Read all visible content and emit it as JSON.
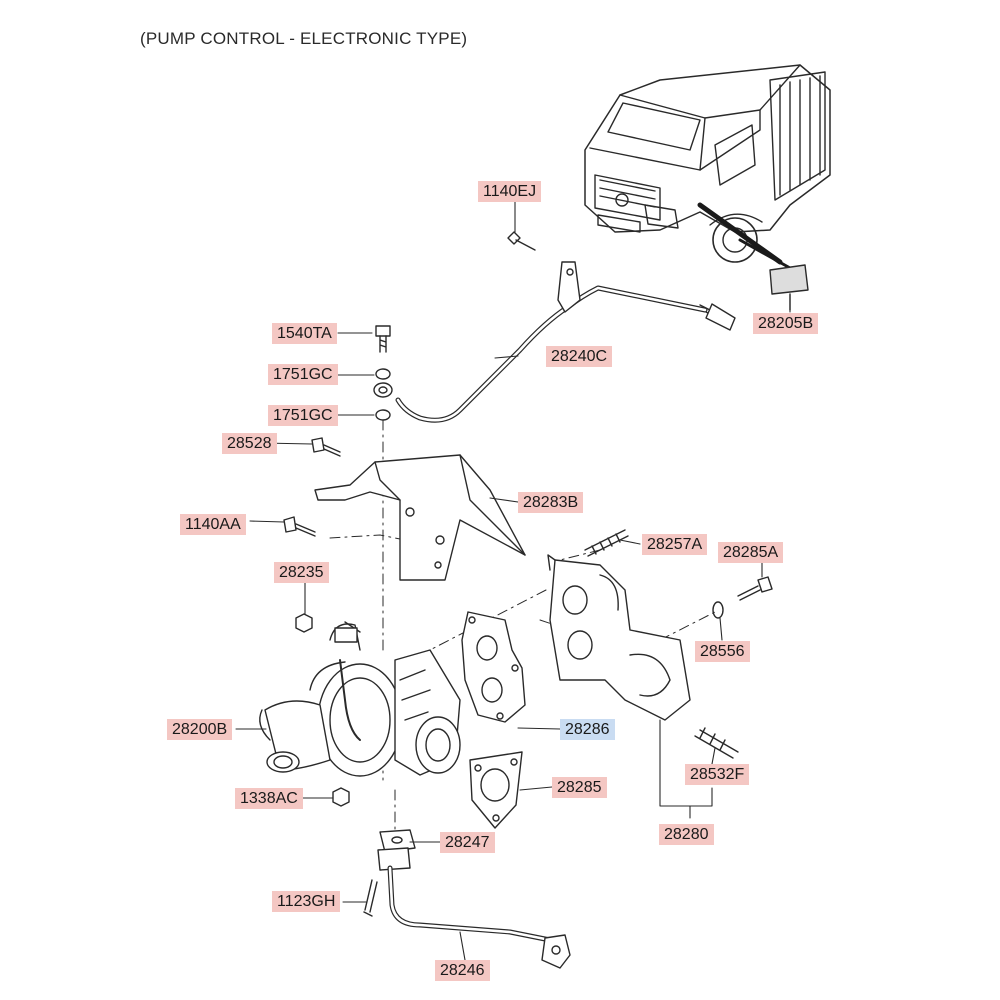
{
  "title": "(PUMP CONTROL - ELECTRONIC TYPE)",
  "colors": {
    "label_bg": "#f4c7c3",
    "label_selected_bg": "#c9dcf2",
    "line": "#2a2a2a"
  },
  "parts": [
    {
      "id": "1140EJ",
      "label": "1140EJ",
      "selected": false
    },
    {
      "id": "28205B",
      "label": "28205B",
      "selected": false
    },
    {
      "id": "1540TA",
      "label": "1540TA",
      "selected": false
    },
    {
      "id": "1751GC_a",
      "label": "1751GC",
      "selected": false
    },
    {
      "id": "28240C",
      "label": "28240C",
      "selected": false
    },
    {
      "id": "1751GC_b",
      "label": "1751GC",
      "selected": false
    },
    {
      "id": "28528",
      "label": "28528",
      "selected": false
    },
    {
      "id": "28283B",
      "label": "28283B",
      "selected": false
    },
    {
      "id": "1140AA",
      "label": "1140AA",
      "selected": false
    },
    {
      "id": "28257A",
      "label": "28257A",
      "selected": false
    },
    {
      "id": "28285A",
      "label": "28285A",
      "selected": false
    },
    {
      "id": "28235",
      "label": "28235",
      "selected": false
    },
    {
      "id": "28556",
      "label": "28556",
      "selected": false
    },
    {
      "id": "28200B",
      "label": "28200B",
      "selected": false
    },
    {
      "id": "28286",
      "label": "28286",
      "selected": true
    },
    {
      "id": "28532F",
      "label": "28532F",
      "selected": false
    },
    {
      "id": "1338AC",
      "label": "1338AC",
      "selected": false
    },
    {
      "id": "28285",
      "label": "28285",
      "selected": false
    },
    {
      "id": "28280",
      "label": "28280",
      "selected": false
    },
    {
      "id": "28247",
      "label": "28247",
      "selected": false
    },
    {
      "id": "1123GH",
      "label": "1123GH",
      "selected": false
    },
    {
      "id": "28246",
      "label": "28246",
      "selected": false
    }
  ]
}
